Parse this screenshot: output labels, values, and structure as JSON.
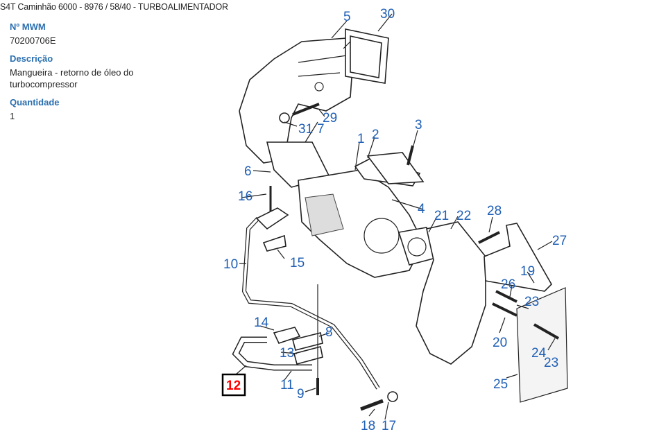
{
  "breadcrumb": "S4T Caminhão 6000 - 8976  /  58/40 - TURBOALIMENTADOR",
  "details": {
    "mwm_label": "Nº MWM",
    "mwm_value": "70200706E",
    "description_label": "Descrição",
    "description_value": "Mangueira - retorno de óleo do turbocompressor",
    "quantity_label": "Quantidade",
    "quantity_value": "1"
  },
  "diagram": {
    "selected_part": "12",
    "colors": {
      "callout": "#1f5fb5",
      "selected": "#ff0000",
      "heading": "#2a6fb0"
    },
    "callouts": {
      "c1": "1",
      "c2": "2",
      "c3": "3",
      "c4": "4",
      "c5": "5",
      "c6": "6",
      "c7": "7",
      "c8": "8",
      "c9": "9",
      "c10": "10",
      "c11": "11",
      "c12": "12",
      "c13": "13",
      "c14": "14",
      "c15": "15",
      "c16": "16",
      "c17": "17",
      "c18": "18",
      "c19": "19",
      "c20": "20",
      "c21": "21",
      "c22": "22",
      "c23a": "23",
      "c23b": "23",
      "c24": "24",
      "c25": "25",
      "c26": "26",
      "c27": "27",
      "c28": "28",
      "c29": "29",
      "c30": "30",
      "c31": "31"
    }
  }
}
